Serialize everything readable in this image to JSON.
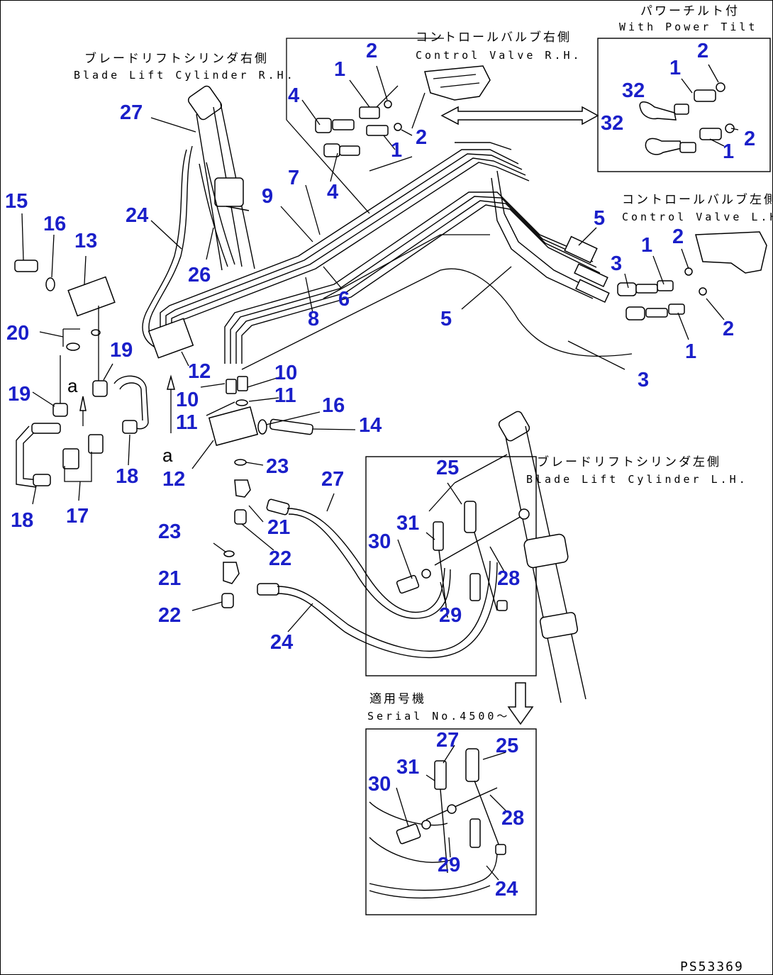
{
  "diagram": {
    "code": "PS53369",
    "notes": [
      {
        "id": "rh_cyl_jp",
        "text": "ブレードリフトシリンダ右側"
      },
      {
        "id": "rh_cyl_en",
        "text": "Blade Lift Cylinder R.H."
      },
      {
        "id": "cv_rh_jp",
        "text": "コントロールバルブ右側"
      },
      {
        "id": "cv_rh_en",
        "text": "Control Valve R.H."
      },
      {
        "id": "tilt_jp",
        "text": "パワーチルト付"
      },
      {
        "id": "tilt_en",
        "text": "With Power Tilt"
      },
      {
        "id": "cv_lh_jp",
        "text": "コントロールバルブ左側"
      },
      {
        "id": "cv_lh_en",
        "text": "Control Valve L.H."
      },
      {
        "id": "lh_cyl_jp",
        "text": "ブレードリフトシリンダ左側"
      },
      {
        "id": "lh_cyl_en",
        "text": "Blade Lift Cylinder L.H."
      },
      {
        "id": "serial_jp",
        "text": "適用号機"
      },
      {
        "id": "serial_en",
        "text": "Serial No.4500～"
      }
    ],
    "refs": [
      "a",
      "a"
    ],
    "callouts": [
      "1",
      "1",
      "1",
      "1",
      "1",
      "1",
      "2",
      "2",
      "2",
      "2",
      "2",
      "2",
      "3",
      "3",
      "4",
      "4",
      "5",
      "5",
      "6",
      "7",
      "8",
      "9",
      "10",
      "10",
      "11",
      "11",
      "12",
      "12",
      "13",
      "14",
      "15",
      "16",
      "16",
      "17",
      "18",
      "18",
      "19",
      "19",
      "20",
      "21",
      "21",
      "22",
      "22",
      "23",
      "23",
      "24",
      "24",
      "24",
      "25",
      "25",
      "26",
      "27",
      "27",
      "27",
      "28",
      "28",
      "29",
      "29",
      "30",
      "30",
      "31",
      "31",
      "32",
      "32"
    ]
  }
}
